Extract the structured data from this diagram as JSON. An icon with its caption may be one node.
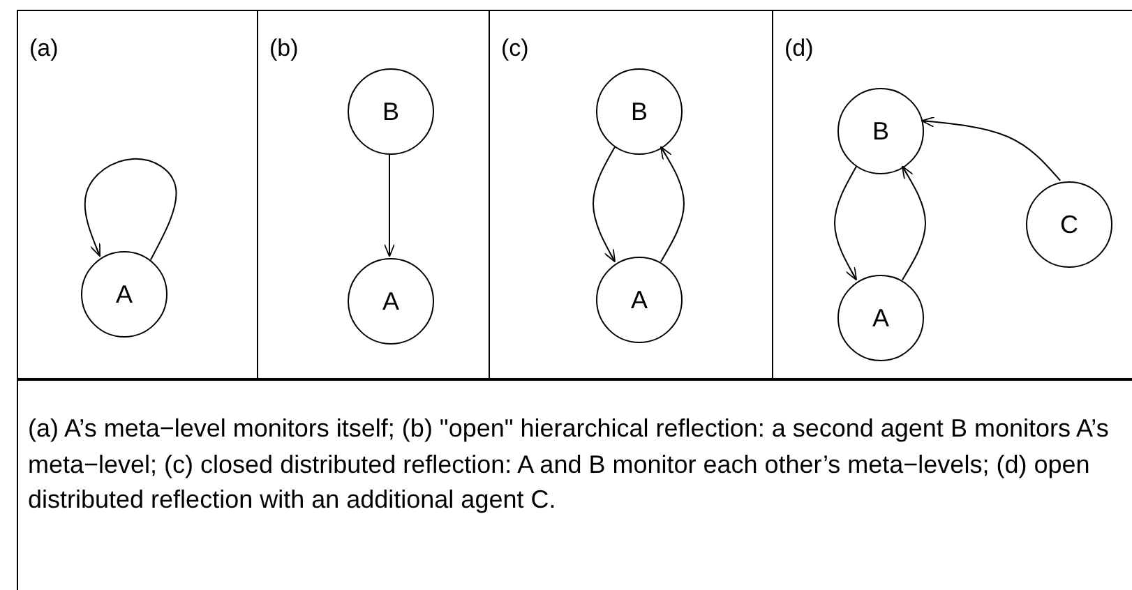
{
  "diagram": {
    "caption": "(a) A’s meta−level monitors itself; (b) \"open\" hierarchical reflection: a second agent B monitors A’s meta−level; (c) closed distributed reflection: A and B monitor each other’s meta−levels; (d) open distributed reflection with an additional agent C.",
    "nodes": [
      {
        "text": [
          "(a)"
        ]
      },
      {
        "text": [
          "A"
        ],
        "in": 0
      },
      {
        "text": [
          "(b)"
        ]
      },
      {
        "text": [
          "B"
        ],
        "in": 2
      },
      {
        "text": [
          "A"
        ],
        "in": 2
      },
      {
        "text": [
          "(c)"
        ]
      },
      {
        "text": [
          "B"
        ],
        "in": 5
      },
      {
        "text": [
          "A"
        ],
        "in": 5
      },
      {
        "text": [
          "(d)"
        ]
      },
      {
        "text": [
          "B"
        ],
        "in": 8
      },
      {
        "text": [
          "A"
        ],
        "in": 8
      },
      {
        "text": [
          "C"
        ],
        "in": 8
      }
    ],
    "edges": [
      {
        "from": 1,
        "to": 1,
        "arrow": "to"
      },
      {
        "from": 3,
        "to": 4,
        "arrow": "to"
      },
      {
        "from": 6,
        "to": 7,
        "arrow": "to"
      },
      {
        "from": 7,
        "to": 6,
        "arrow": "to"
      },
      {
        "from": 9,
        "to": 10,
        "arrow": "to"
      },
      {
        "from": 10,
        "to": 9,
        "arrow": "to"
      },
      {
        "from": 11,
        "to": 9,
        "arrow": "to"
      }
    ]
  }
}
